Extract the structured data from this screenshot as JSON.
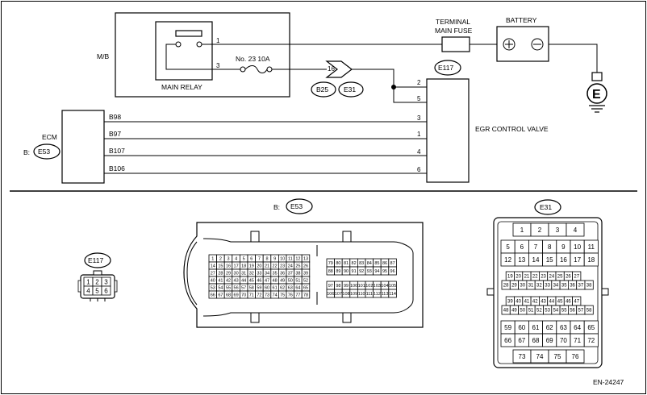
{
  "diagram": {
    "mb_label": "M/B",
    "main_relay_label": "MAIN RELAY",
    "relay_pins": [
      "1",
      "3"
    ],
    "fuse_label": "No. 23  10A",
    "connector_pin_16": "16",
    "b25_label": "B25",
    "e31_label": "E31",
    "terminal_fuse_label_1": "TERMINAL",
    "terminal_fuse_label_2": "MAIN FUSE",
    "battery_label": "BATTERY",
    "ground_label": "E",
    "e117_label": "E117",
    "egr_label": "EGR CONTROL VALVE",
    "egr_pins": [
      "2",
      "5",
      "3",
      "1",
      "4",
      "6"
    ],
    "ecm_label": "ECM",
    "b_prefix": "B:",
    "e53_label": "E53",
    "wires": [
      "B98",
      "B97",
      "B107",
      "B106"
    ]
  },
  "connectors": {
    "e117_title": "E117",
    "e117_pins": [
      [
        "1",
        "2",
        "3"
      ],
      [
        "4",
        "5",
        "6"
      ]
    ],
    "e53_prefix": "B:",
    "e53_title": "E53",
    "e53_left_rows": [
      [
        "1",
        "2",
        "3",
        "4",
        "5",
        "6",
        "7",
        "8",
        "9",
        "10",
        "11",
        "12",
        "13"
      ],
      [
        "14",
        "15",
        "16",
        "17",
        "18",
        "19",
        "20",
        "21",
        "22",
        "23",
        "24",
        "25",
        "26"
      ],
      [
        "27",
        "28",
        "29",
        "30",
        "31",
        "32",
        "33",
        "34",
        "35",
        "36",
        "37",
        "38",
        "39"
      ],
      [
        "40",
        "41",
        "42",
        "43",
        "44",
        "45",
        "46",
        "47",
        "48",
        "49",
        "50",
        "51",
        "52"
      ],
      [
        "53",
        "54",
        "55",
        "56",
        "57",
        "58",
        "59",
        "60",
        "61",
        "62",
        "63",
        "64",
        "65"
      ],
      [
        "66",
        "67",
        "68",
        "69",
        "70",
        "71",
        "72",
        "73",
        "74",
        "75",
        "76",
        "77",
        "78"
      ]
    ],
    "e53_right_rows_top": [
      [
        "79",
        "80",
        "81",
        "82",
        "83",
        "84",
        "85",
        "86",
        "87"
      ],
      [
        "88",
        "89",
        "90",
        "91",
        "92",
        "93",
        "94",
        "95",
        "96"
      ]
    ],
    "e53_right_rows_bottom": [
      [
        "97",
        "98",
        "99",
        "100",
        "101",
        "102",
        "103",
        "104",
        "105"
      ],
      [
        "106",
        "107",
        "108",
        "109",
        "110",
        "111",
        "112",
        "113",
        "114"
      ]
    ],
    "e31_title": "E31",
    "e31_top": [
      "1",
      "2",
      "3",
      "4"
    ],
    "e31_rows_a": [
      [
        "5",
        "6",
        "7",
        "8",
        "9",
        "10",
        "11"
      ],
      [
        "12",
        "13",
        "14",
        "15",
        "16",
        "17",
        "18"
      ]
    ],
    "e31_rows_b": [
      [
        "19",
        "20",
        "21",
        "22",
        "23",
        "24",
        "25",
        "26",
        "27"
      ],
      [
        "28",
        "29",
        "30",
        "31",
        "32",
        "33",
        "34",
        "35",
        "36",
        "37",
        "38"
      ]
    ],
    "e31_rows_c": [
      [
        "39",
        "40",
        "41",
        "42",
        "43",
        "44",
        "45",
        "46",
        "47"
      ],
      [
        "48",
        "49",
        "50",
        "51",
        "52",
        "53",
        "54",
        "55",
        "56",
        "57",
        "58"
      ]
    ],
    "e31_rows_d": [
      [
        "59",
        "60",
        "61",
        "62",
        "63",
        "64",
        "65"
      ],
      [
        "66",
        "67",
        "68",
        "69",
        "70",
        "71",
        "72"
      ]
    ],
    "e31_bottom": [
      "73",
      "74",
      "75",
      "76"
    ]
  },
  "footer": {
    "code": "EN-24247"
  }
}
